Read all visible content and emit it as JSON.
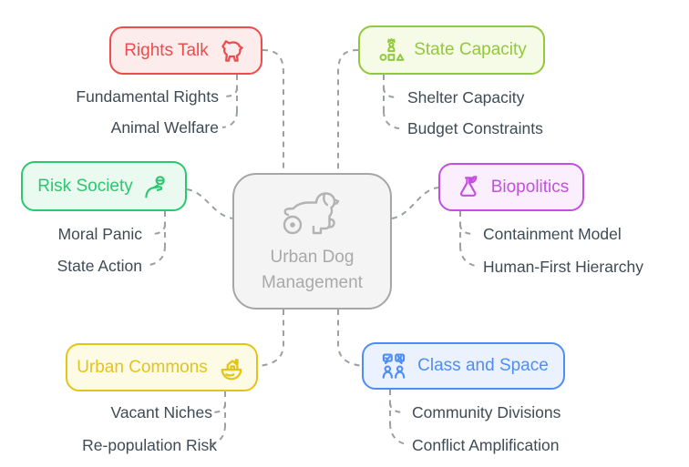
{
  "central": {
    "label": "Urban Dog Management",
    "icon": "dog-wheelchair-icon",
    "border_color": "#a6a6a6",
    "bg_color": "#f4f4f4",
    "text_color": "#a9a9a9"
  },
  "connector_color": "#9aa0a6",
  "sub_label_color": "#3f4b54",
  "branches": [
    {
      "id": "rights-talk",
      "label": "Rights Talk",
      "icon": "horse-icon",
      "accent": "#ee4c4c",
      "bg": "#fdecec",
      "children": [
        "Fundamental Rights",
        "Animal Welfare"
      ]
    },
    {
      "id": "state-capacity",
      "label": "State Capacity",
      "icon": "leader-hierarchy-icon",
      "accent": "#92c83c",
      "bg": "#f5fbe6",
      "children": [
        "Shelter Capacity",
        "Budget Constraints"
      ]
    },
    {
      "id": "risk-society",
      "label": "Risk Society",
      "icon": "hand-coin-icon",
      "accent": "#2cc76e",
      "bg": "#eafaf1",
      "children": [
        "Moral Panic",
        "State Action"
      ]
    },
    {
      "id": "biopolitics",
      "label": "Biopolitics",
      "icon": "flask-leaf-icon",
      "accent": "#c44ee0",
      "bg": "#fbeffd",
      "children": [
        "Containment Model",
        "Human-First Hierarchy"
      ]
    },
    {
      "id": "urban-commons",
      "label": "Urban Commons",
      "icon": "house-globe-icon",
      "accent": "#e2c516",
      "bg": "#fdfae5",
      "children": [
        "Vacant Niches",
        "Re-population Risk"
      ]
    },
    {
      "id": "class-and-space",
      "label": "Class and Space",
      "icon": "people-dialogue-icon",
      "accent": "#4e8df6",
      "bg": "#ebf2fe",
      "children": [
        "Community Divisions",
        "Conflict Amplification"
      ]
    }
  ]
}
